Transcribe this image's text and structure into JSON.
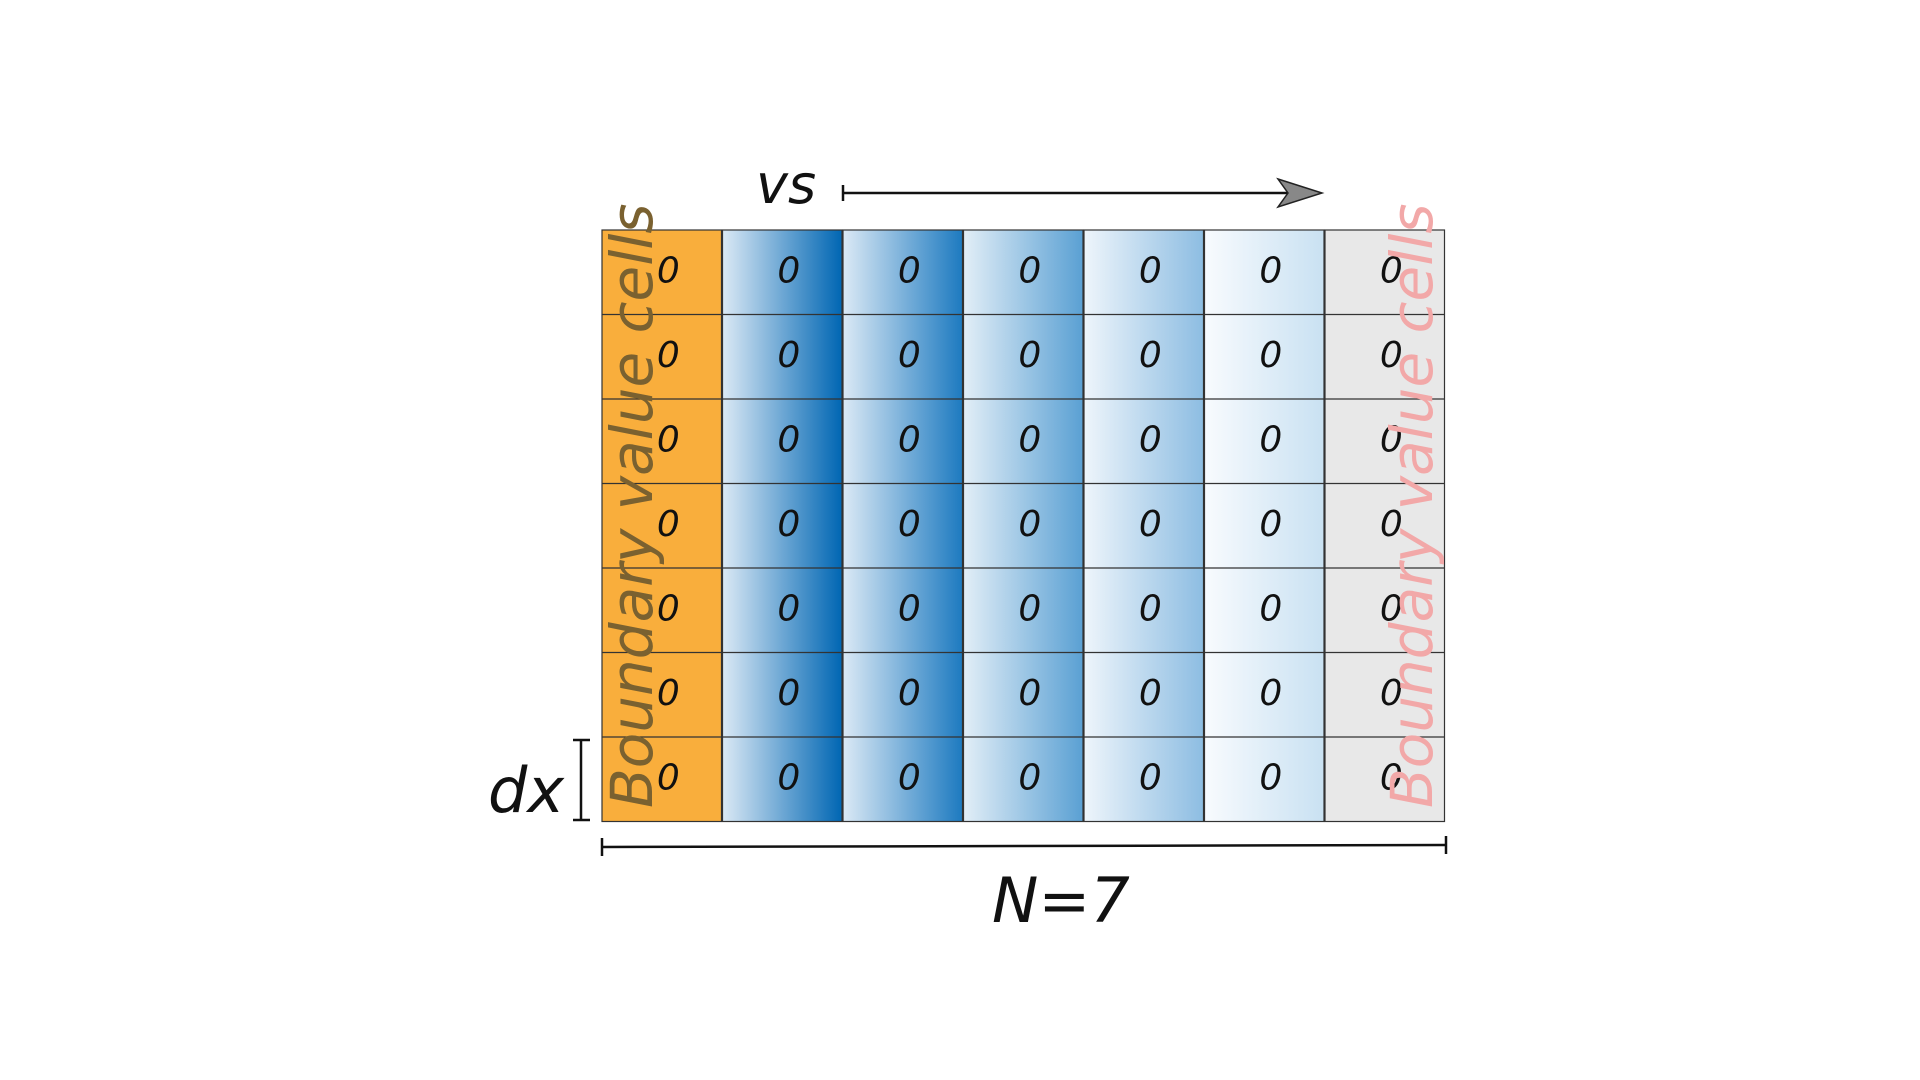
{
  "diagram": {
    "velocity_label": "vs",
    "spacing_label": "dx",
    "count_label": "N=7",
    "left_boundary_label": "Boundary value cells",
    "right_boundary_label": "Boundary value cells",
    "columns": [
      {
        "kind": "boundary",
        "fill": "#f9ae3c"
      },
      {
        "kind": "interior",
        "gradient": [
          "#dbe9f5",
          "#0066b3"
        ]
      },
      {
        "kind": "interior",
        "gradient": [
          "#dbe9f5",
          "#1d7ac0"
        ]
      },
      {
        "kind": "interior",
        "gradient": [
          "#e2eef7",
          "#5aa0d3"
        ]
      },
      {
        "kind": "interior",
        "gradient": [
          "#eef5fb",
          "#8dbde2"
        ]
      },
      {
        "kind": "interior",
        "gradient": [
          "#f8fbfe",
          "#c9e1f2"
        ]
      },
      {
        "kind": "boundary",
        "fill": "#e8e8e8"
      }
    ],
    "rows": 7,
    "cell_values": [
      [
        "0",
        "0",
        "0",
        "0",
        "0",
        "0",
        "0"
      ],
      [
        "0",
        "0",
        "0",
        "0",
        "0",
        "0",
        "0"
      ],
      [
        "0",
        "0",
        "0",
        "0",
        "0",
        "0",
        "0"
      ],
      [
        "0",
        "0",
        "0",
        "0",
        "0",
        "0",
        "0"
      ],
      [
        "0",
        "0",
        "0",
        "0",
        "0",
        "0",
        "0"
      ],
      [
        "0",
        "0",
        "0",
        "0",
        "0",
        "0",
        "0"
      ],
      [
        "0",
        "0",
        "0",
        "0",
        "0",
        "0",
        "0"
      ]
    ],
    "colors": {
      "left_boundary_text": "#7a6130",
      "right_boundary_text": "#f2a8a8",
      "grid_line": "#333333",
      "arrow": "#111111",
      "arrow_head": "#888888"
    }
  }
}
